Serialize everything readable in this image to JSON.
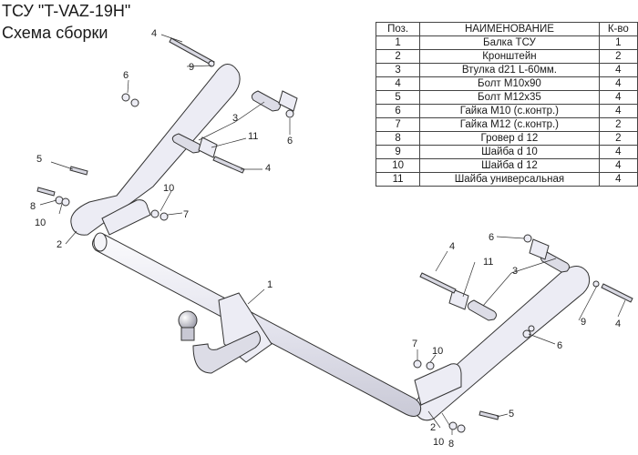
{
  "header": {
    "title": "ТСУ \"T-VAZ-19H\"",
    "subtitle": "Схема сборки"
  },
  "table": {
    "headers": {
      "pos": "Поз.",
      "name": "НАИМЕНОВАНИЕ",
      "qty": "К-во"
    },
    "rows": [
      {
        "pos": "1",
        "name": "Балка ТСУ",
        "qty": "1"
      },
      {
        "pos": "2",
        "name": "Кронштейн",
        "qty": "2"
      },
      {
        "pos": "3",
        "name": "Втулка d21 L-60мм.",
        "qty": "4"
      },
      {
        "pos": "4",
        "name": "Болт М10х90",
        "qty": "4"
      },
      {
        "pos": "5",
        "name": "Болт М12х35",
        "qty": "4"
      },
      {
        "pos": "6",
        "name": "Гайка  М10 (с.контр.)",
        "qty": "4"
      },
      {
        "pos": "7",
        "name": "Гайка М12 (с.контр.)",
        "qty": "2"
      },
      {
        "pos": "8",
        "name": "Гровер d 12",
        "qty": "2"
      },
      {
        "pos": "9",
        "name": "Шайба d 10",
        "qty": "4"
      },
      {
        "pos": "10",
        "name": "Шайба d 12",
        "qty": "4"
      },
      {
        "pos": "11",
        "name": "Шайба универсальная",
        "qty": "4"
      }
    ]
  },
  "callouts": [
    "1",
    "2",
    "3",
    "4",
    "5",
    "6",
    "7",
    "8",
    "9",
    "10",
    "11"
  ]
}
